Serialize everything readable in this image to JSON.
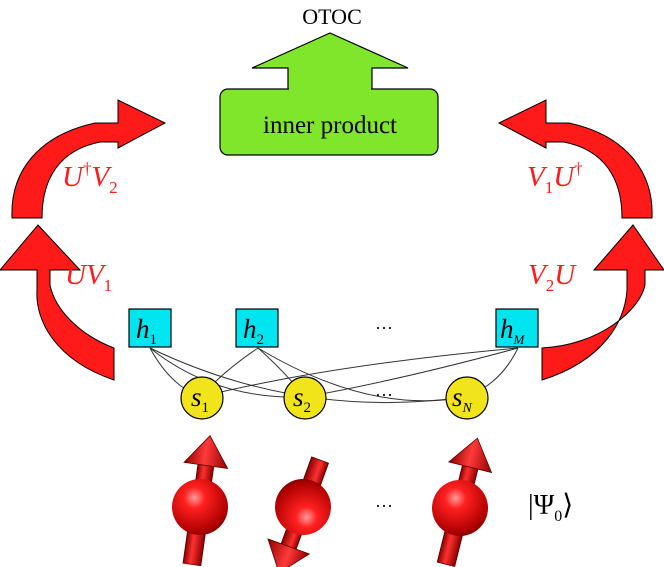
{
  "title": "OTOC",
  "inner_box_label": "inner product",
  "operators": {
    "left_lower": "UV1",
    "left_upper": "U†V2",
    "right_upper": "V1U†",
    "right_lower": "V2U"
  },
  "hidden_nodes": [
    {
      "base": "h",
      "sub": "1"
    },
    {
      "base": "h",
      "sub": "2"
    },
    {
      "base": "h",
      "sub": "M"
    }
  ],
  "visible_nodes": [
    {
      "base": "s",
      "sub": "1"
    },
    {
      "base": "s",
      "sub": "2"
    },
    {
      "base": "s",
      "sub": "N"
    }
  ],
  "ellipsis": "···",
  "state_label": "|Ψ0⟩",
  "colors": {
    "arrow_red": "#ff1a1a",
    "inner_box_green": "#7fe62b",
    "hidden_node_cyan": "#00e5f0",
    "visible_node_yellow": "#f2e41a",
    "spin_red": "#d40000"
  }
}
